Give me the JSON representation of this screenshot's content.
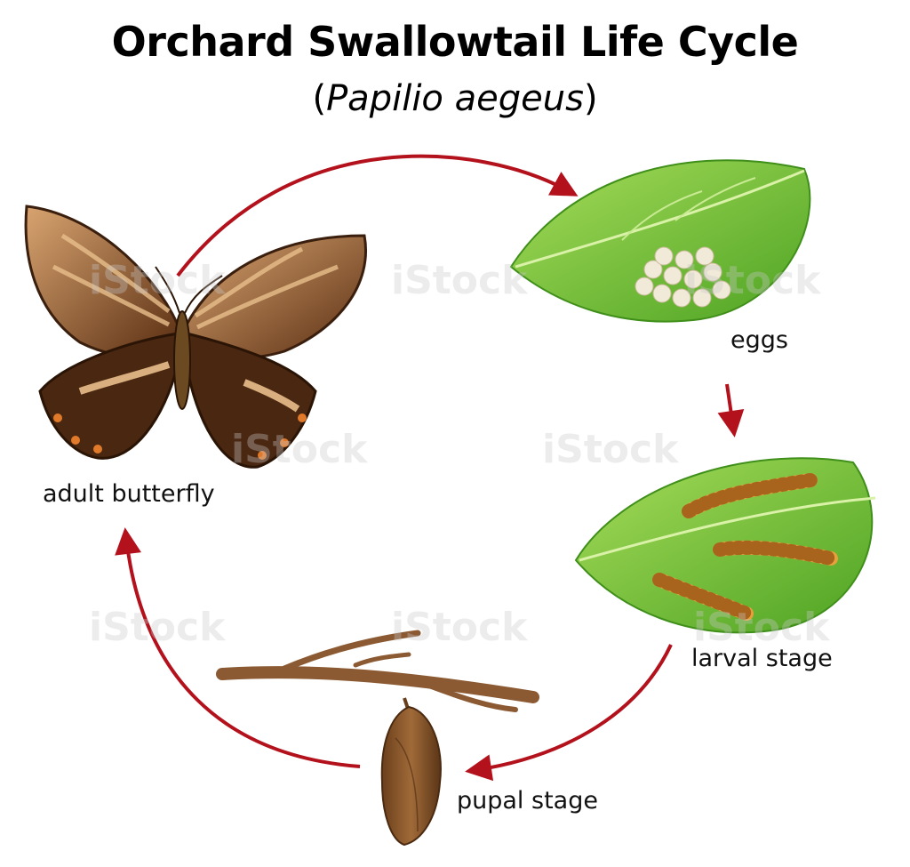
{
  "title": "Orchard Swallowtail Life Cycle",
  "subtitle": {
    "open": "(",
    "name": "Papilio aegeus",
    "close": ")"
  },
  "stages": {
    "adult": "adult butterfly",
    "eggs": "eggs",
    "larval": "larval stage",
    "pupal": "pupal stage"
  },
  "watermark": "iStock",
  "colors": {
    "arrow": "#b3121d",
    "leaf": "#7dc63b",
    "leaf_dark": "#3f8f1a",
    "egg": "#f2ead8",
    "larva": "#e8a13a",
    "pupa": "#8a5a2b",
    "branch": "#8b5a33",
    "butterfly_dark": "#3a1f0e",
    "butterfly_light": "#e9bf8c"
  }
}
